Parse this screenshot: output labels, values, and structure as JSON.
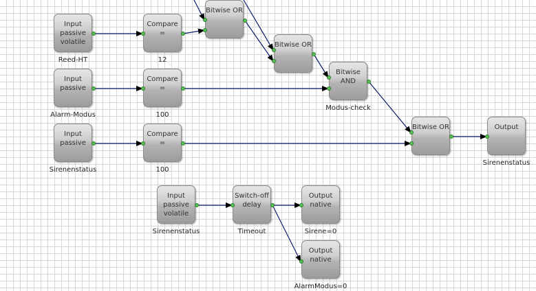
{
  "blocks": [
    {
      "id": "in1",
      "title": "Input\npassive\nvolatile",
      "label": "Reed-HT"
    },
    {
      "id": "cmp1",
      "title": "Compare =",
      "label": "12"
    },
    {
      "id": "or1",
      "title": "Bitwise OR",
      "label": ""
    },
    {
      "id": "or2",
      "title": "Bitwise OR",
      "label": ""
    },
    {
      "id": "in2",
      "title": "Input\npassive",
      "label": "Alarm-Modus"
    },
    {
      "id": "cmp2",
      "title": "Compare =",
      "label": "100"
    },
    {
      "id": "and1",
      "title": "Bitwise\nAND",
      "label": "Modus-check"
    },
    {
      "id": "in3",
      "title": "Input\npassive",
      "label": "Sirenenstatus"
    },
    {
      "id": "cmp3",
      "title": "Compare =",
      "label": "100"
    },
    {
      "id": "or3",
      "title": "Bitwise OR",
      "label": ""
    },
    {
      "id": "out1",
      "title": "Output",
      "label": "Sirenenstatus"
    },
    {
      "id": "in4",
      "title": "Input\npassive\nvolatile",
      "label": "Sirenenstatus"
    },
    {
      "id": "del1",
      "title": "Switch-off\ndelay",
      "label": "Timeout"
    },
    {
      "id": "out2",
      "title": "Output\nnative",
      "label": "Sirene=0"
    },
    {
      "id": "out3",
      "title": "Output\nnative",
      "label": "AlarmModus=0"
    }
  ],
  "colors": {
    "wire": "#0a1a6a",
    "port": "#55c655"
  }
}
